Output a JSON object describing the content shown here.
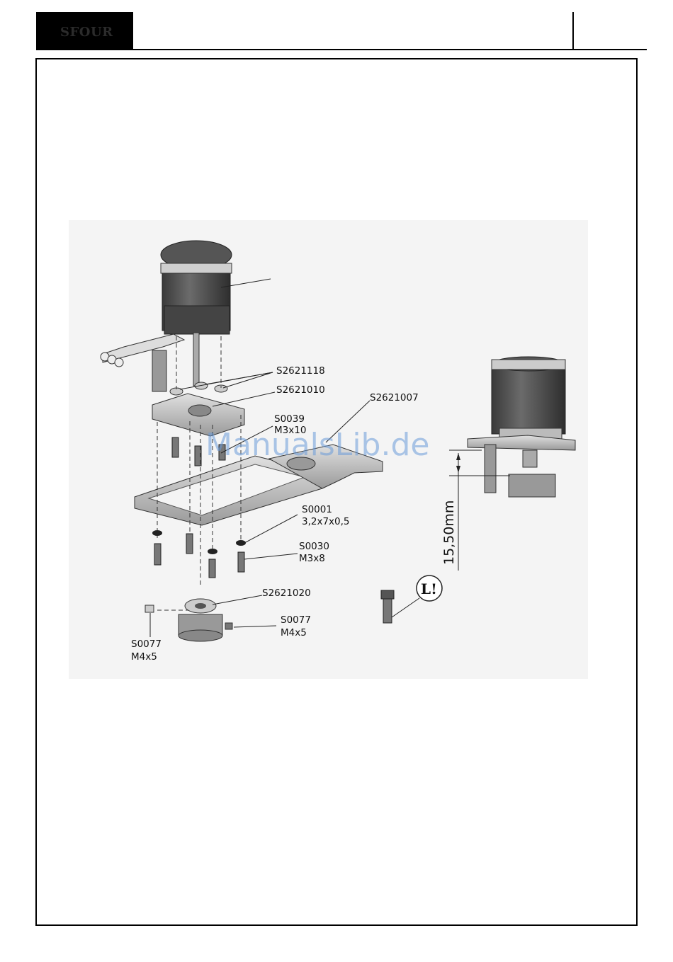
{
  "header": {
    "logo_text": "SFOUR"
  },
  "labels": {
    "s2621118": "S2621118",
    "s2621010": "S2621010",
    "s2621007": "S2621007",
    "s0039_code": "S0039",
    "s0039_size": "M3x10",
    "s0001_code": "S0001",
    "s0001_size": "3,2x7x0,5",
    "s0030_code": "S0030",
    "s0030_size": "M3x8",
    "s2621020": "S2621020",
    "s0077a_code": "S0077",
    "s0077a_size": "M4x5",
    "s0077b_code": "S0077",
    "s0077b_size": "M4x5"
  },
  "dimension": "15,50mm",
  "loctite_badge": "L!",
  "watermark": "ManualsLib.de"
}
